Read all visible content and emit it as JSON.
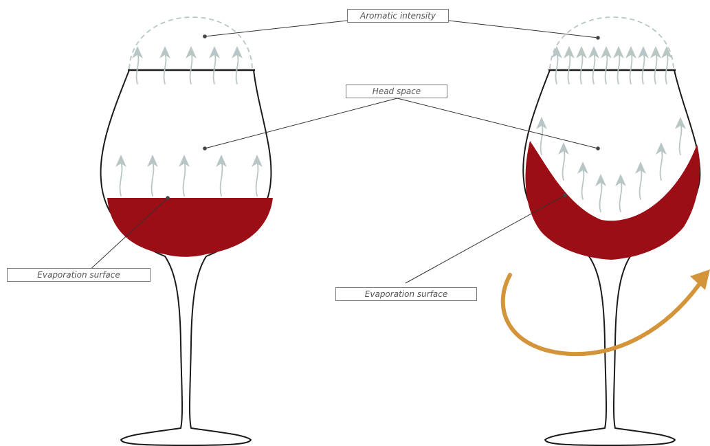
{
  "labels": {
    "aromatic_intensity": "Aromatic intensity",
    "head_space": "Head space",
    "evaporation_left": "Evaporation surface",
    "evaporation_right": "Evaporation surface"
  },
  "colors": {
    "wine": "#9b0e16",
    "vapor": "#b9c6c6",
    "swirl_arrow": "#d4953a",
    "outline": "#1a1a1a"
  },
  "glasses": [
    {
      "name": "still-glass",
      "state": "still"
    },
    {
      "name": "swirled-glass",
      "state": "swirled"
    }
  ]
}
